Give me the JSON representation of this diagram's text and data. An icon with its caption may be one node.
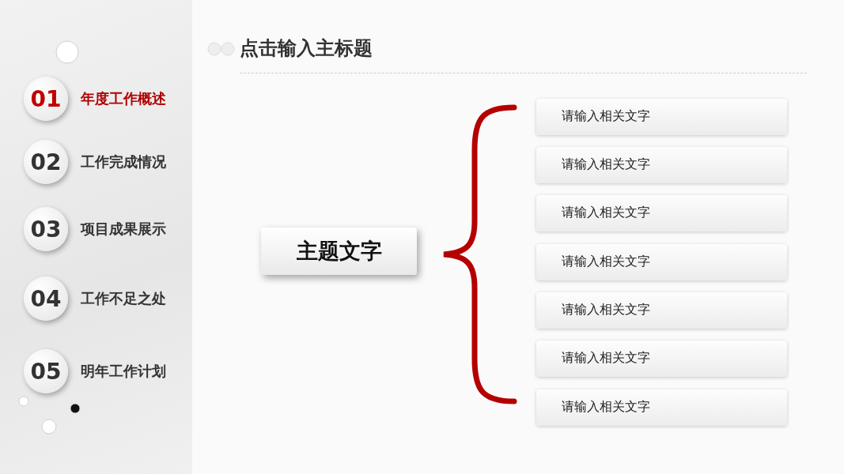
{
  "diagram": {
    "title": "点击输入主标题",
    "nodes": [
      {
        "text": [
          "01"
        ],
        "beside": [
          "年度工作概述"
        ]
      },
      {
        "text": [
          "02"
        ],
        "beside": [
          "工作完成情况"
        ]
      },
      {
        "text": [
          "03"
        ],
        "beside": [
          "项目成果展示"
        ]
      },
      {
        "text": [
          "04"
        ],
        "beside": [
          "工作不足之处"
        ]
      },
      {
        "text": [
          "05"
        ],
        "beside": [
          "明年工作计划"
        ]
      },
      {
        "text": [
          "主题文字"
        ]
      },
      {
        "text": [
          "请输入相关文字"
        ]
      },
      {
        "text": [
          "请输入相关文字"
        ]
      },
      {
        "text": [
          "请输入相关文字"
        ]
      },
      {
        "text": [
          "请输入相关文字"
        ]
      },
      {
        "text": [
          "请输入相关文字"
        ]
      },
      {
        "text": [
          "请输入相关文字"
        ]
      },
      {
        "text": [
          "请输入相关文字"
        ]
      }
    ],
    "edges": []
  }
}
